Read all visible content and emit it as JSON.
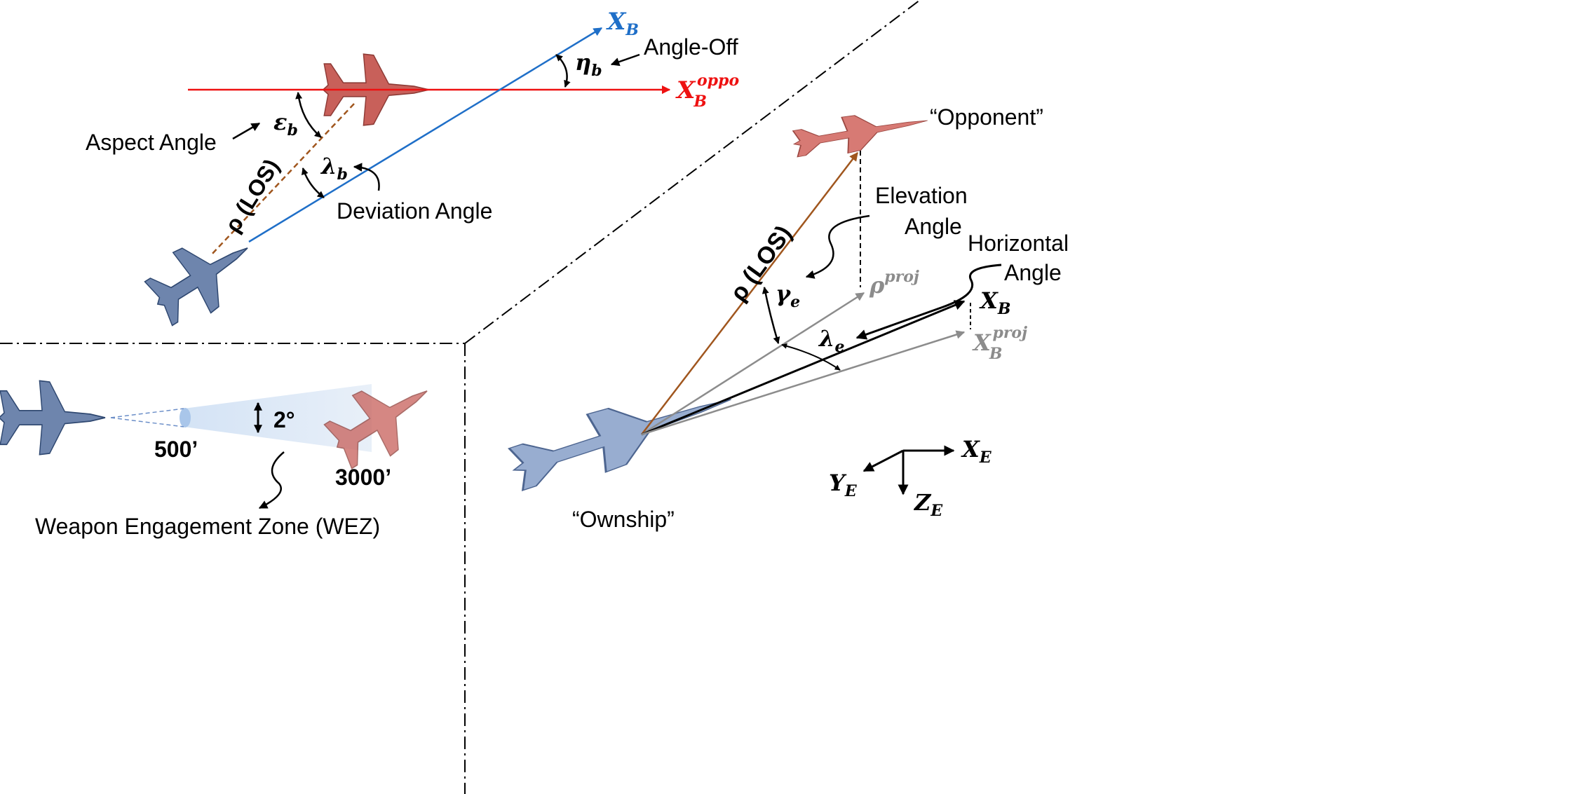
{
  "top_left": {
    "x_b": "X",
    "x_b_sub": "B",
    "x_b_oppo": "X",
    "x_b_oppo_sub": "B",
    "x_b_oppo_sup": "oppo",
    "eta": "η",
    "eta_sub": "b",
    "angle_off": "Angle-Off",
    "epsilon": "ε",
    "epsilon_sub": "b",
    "aspect_angle": "Aspect Angle",
    "lambda": "λ",
    "lambda_sub": "b",
    "rho_los": "ρ (LOS)",
    "deviation_angle": "Deviation Angle"
  },
  "bottom_left": {
    "wez_angle": "2°",
    "range_min": "500’",
    "range_max": "3000’",
    "wez_label": "Weapon Engagement Zone (WEZ)"
  },
  "right": {
    "opponent": "“Opponent”",
    "ownship": "“Ownship”",
    "elevation_line1": "Elevation",
    "elevation_line2": "Angle",
    "horizontal_line1": "Horizontal",
    "horizontal_line2": "Angle",
    "rho_los": "ρ (LOS)",
    "rho_proj": "ρ",
    "rho_proj_sup": "proj",
    "gamma": "γ",
    "gamma_sub": "e",
    "lambda": "λ",
    "lambda_sub": "e",
    "x_b": "X",
    "x_b_sub": "B",
    "x_b_proj": "X",
    "x_b_proj_sub": "B",
    "x_b_proj_sup": "proj",
    "x_e": "X",
    "x_e_sub": "E",
    "y_e": "Y",
    "y_e_sub": "E",
    "z_e": "Z",
    "z_e_sub": "E"
  },
  "colors": {
    "blue": "#1f6fc8",
    "red": "#ee1111",
    "brown": "#a0561e",
    "orange": "#d0671a",
    "navy": "#1f3f73",
    "gray": "#8c8c8c",
    "opponent_jet": "#c8605a",
    "ownship_jet": "#6e85ad"
  }
}
